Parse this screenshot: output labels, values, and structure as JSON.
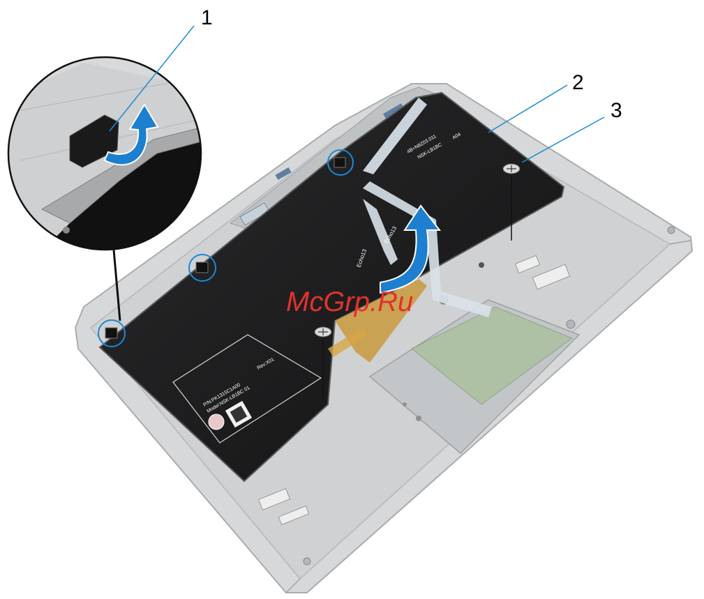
{
  "callouts": [
    {
      "id": "1",
      "label": "1"
    },
    {
      "id": "2",
      "label": "2"
    },
    {
      "id": "3",
      "label": "3"
    }
  ],
  "watermark": "McGrp.Ru",
  "keyboard_labels": {
    "top_right_line1": "4B+N8Z03.011",
    "top_right_line2": "NSK-LB1BC",
    "top_right_line3": "A04",
    "pn_line": "P/N:PK1315C1A00",
    "model_line": "Model:NSK-LB1BC 01",
    "rev_line": "Rev:X01",
    "cable_1": "Echo13",
    "cable_2": "Echo13"
  },
  "colors": {
    "callout_line": "#1a8ad4",
    "highlight_circle": "#1a8ad4",
    "arrow": "#1d7fcf",
    "keyboard": "#1c1c1e",
    "chassis": "#c9cbcd",
    "watermark": "#e2322d"
  }
}
